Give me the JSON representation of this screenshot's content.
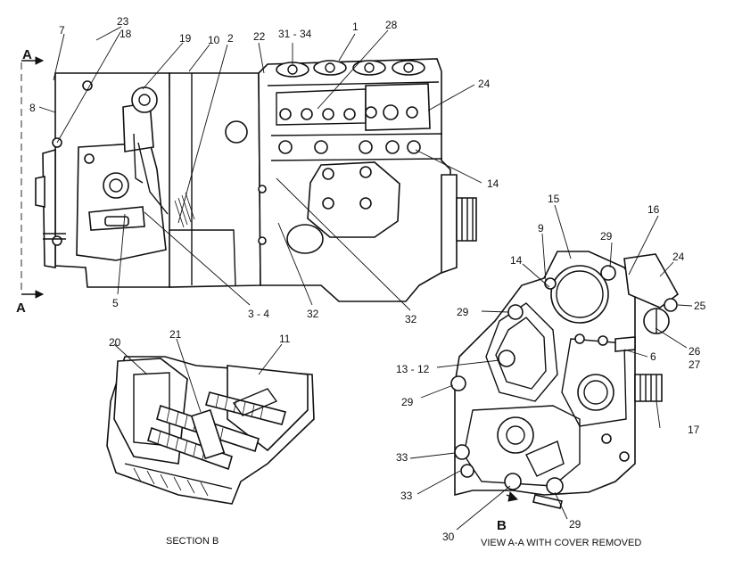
{
  "callouts": {
    "c1": "1",
    "c2": "2",
    "c3_4": "3 - 4",
    "c5": "5",
    "c6": "6",
    "c7": "7",
    "c8": "8",
    "c9": "9",
    "c10": "10",
    "c11": "11",
    "c13_12": "13 - 12",
    "c14a": "14",
    "c14b": "14",
    "c15": "15",
    "c16": "16",
    "c17": "17",
    "c18": "18",
    "c19": "19",
    "c20": "20",
    "c21": "21",
    "c22": "22",
    "c23": "23",
    "c24a": "24",
    "c24b": "24",
    "c25": "25",
    "c26": "26",
    "c27": "27",
    "c28": "28",
    "c29a": "29",
    "c29b": "29",
    "c29c": "29",
    "c29d": "29",
    "c30": "30",
    "c31_34": "31 - 34",
    "c32a": "32",
    "c32b": "32",
    "c33a": "33",
    "c33b": "33"
  },
  "section_markers": {
    "a_top": "A",
    "a_bottom": "A",
    "b": "B"
  },
  "captions": {
    "section_b": "SECTION B",
    "view_aa": "VIEW  A-A   WITH COVER REMOVED"
  }
}
